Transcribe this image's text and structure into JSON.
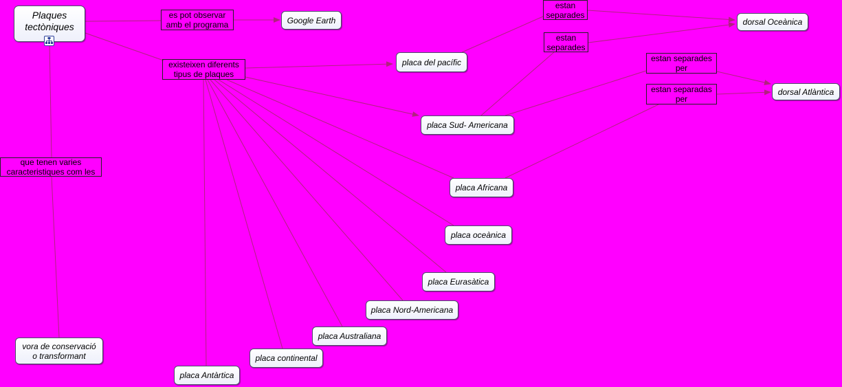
{
  "diagram": {
    "background": "#ff00ff",
    "line_color": "#b0237f",
    "root": {
      "id": "root",
      "label": "Plaques\ntectòniques",
      "icon": "submap-icon"
    },
    "concepts": [
      {
        "id": "google_earth",
        "label": "Google Earth"
      },
      {
        "id": "pacific",
        "label": "placa del pacífic"
      },
      {
        "id": "dorsal_oceanica",
        "label": "dorsal Oceànica"
      },
      {
        "id": "sudamericana",
        "label": "placa Sud- Americana"
      },
      {
        "id": "dorsal_atlantica",
        "label": "dorsal Atlàntica"
      },
      {
        "id": "africana",
        "label": "placa Africana"
      },
      {
        "id": "oceanica",
        "label": "placa oceànica"
      },
      {
        "id": "eurasiatica",
        "label": "placa Eurasàtica"
      },
      {
        "id": "nordamericana",
        "label": "placa Nord-Americana"
      },
      {
        "id": "australiana",
        "label": "placa Australiana"
      },
      {
        "id": "continental",
        "label": "placa continental"
      },
      {
        "id": "antartica",
        "label": "placa Antàrtica"
      },
      {
        "id": "vora",
        "label": "vora  de conservació\no transformant"
      }
    ],
    "links": [
      {
        "id": "observar",
        "label": "es pot observar\namb el programa"
      },
      {
        "id": "existeixen",
        "label": "existeixen diferents\ntipus de plaques"
      },
      {
        "id": "caracteristiques",
        "label": "que tenen varies\ncaracteristiques com les"
      },
      {
        "id": "sep1",
        "label": "estan\nseparades"
      },
      {
        "id": "sep2",
        "label": "estan\nseparades"
      },
      {
        "id": "sep3",
        "label": "estan separades\nper"
      },
      {
        "id": "sep4",
        "label": "estan separadas\nper"
      }
    ]
  }
}
